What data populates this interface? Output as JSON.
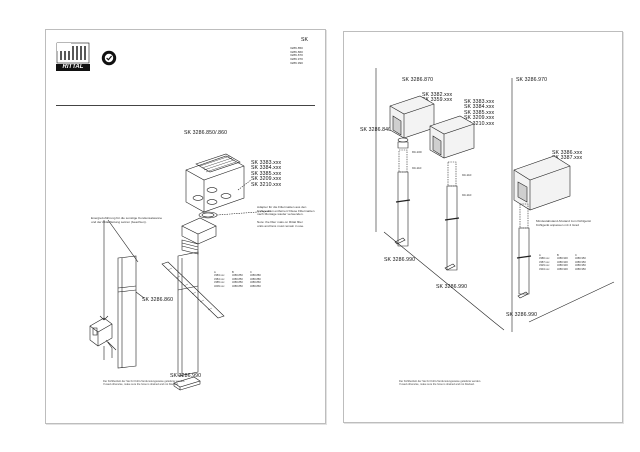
{
  "left": {
    "header": {
      "brand": "RITTAL",
      "series": "SK",
      "model_codes": [
        "3286.850",
        "3286.860",
        "3286.870",
        "3286.970",
        "3286.990"
      ]
    },
    "kit_label": "SK  3286.850/.860",
    "unit_codes": [
      "SK  3383.xxx",
      "SK  3384.xxx",
      "SK  3385.xxx",
      "SK  3209.xxx",
      "SK  3210.xxx"
    ],
    "note_adapter": [
      "Adapter für die Filtermatten aus den",
      "Kühlgeräten entfernen!  Diese Filtermatten",
      "nach Montage wieder verwenden."
    ],
    "note_filter": [
      "Note: the filter mats on Rittal filter",
      "units and fans must remain in use."
    ],
    "note_power": [
      "Energiezuführung für die sonstige Kondensatwanne",
      "und der Ablaufleitung setzen (beachten)."
    ],
    "label_860": "SK  3286.860",
    "label_990": "SK  3286.990",
    "table_rows": [
      [
        "A",
        "B",
        "C"
      ],
      [
        "3383.xxx",
        "3286.850",
        "3286.880"
      ],
      [
        "3384.xxx",
        "3286.850",
        "3286.880"
      ],
      [
        "3385.xxx",
        "3286.850",
        "3286.860"
      ],
      [
        "3209.xxx",
        "3286.850",
        "3286.860"
      ]
    ],
    "footer": [
      "Der Kühlbetrieb der Sie für Kühl-/Verdunstungsweise gelieferte werden.",
      "If used otherwise, make sure the hose is drained and not blocked."
    ]
  },
  "right": {
    "label_870": "SK  3286.870",
    "label_970": "SK  3286.970",
    "label_840": "SK  3286.840",
    "units_a": [
      "SK  3382.xxx",
      "SK  3359.xxx"
    ],
    "units_b": [
      "SK  3383.xxx",
      "SK  3384.xxx",
      "SK  3385.xxx",
      "SK  3209.xxx",
      "SK  3210.xxx"
    ],
    "units_c": [
      "SK  3386.xxx",
      "SK  3387.xxx"
    ],
    "dim_1": "80-100",
    "dim_2": "90-110",
    "dim_3": "90-110",
    "dim_4": "90-110",
    "label_990_a": "SK  3286.990",
    "label_990_b": "SK  3286.990",
    "label_990_c": "SK  3286.990",
    "note_right": [
      "Mindestabstand Abstand zum Kühlgerät",
      "Kühlgerät anpassen mit 4 Grad"
    ],
    "table_rows": [
      [
        "A",
        "B",
        "C"
      ],
      [
        "3386.xxx",
        "3286.930",
        "3286.950"
      ],
      [
        "3387.xxx",
        "3286.930",
        "3286.950"
      ],
      [
        "3329.xxx",
        "3286.930",
        "3286.950"
      ],
      [
        "3304.xxx",
        "3286.930",
        "3286.950"
      ]
    ],
    "footer": [
      "Der Kühlbetrieb der Sie für Kühl-/Verdunstungsweise gelieferte werden.",
      "If used otherwise, make sure the hose is drained and not blocked."
    ]
  },
  "colors": {
    "ink": "#111111",
    "page_border": "#bdbdbd",
    "background": "#ffffff"
  },
  "icons": {
    "brand_mark": "rittal-logo-grid",
    "quality_seal": "quality-seal-icon"
  }
}
